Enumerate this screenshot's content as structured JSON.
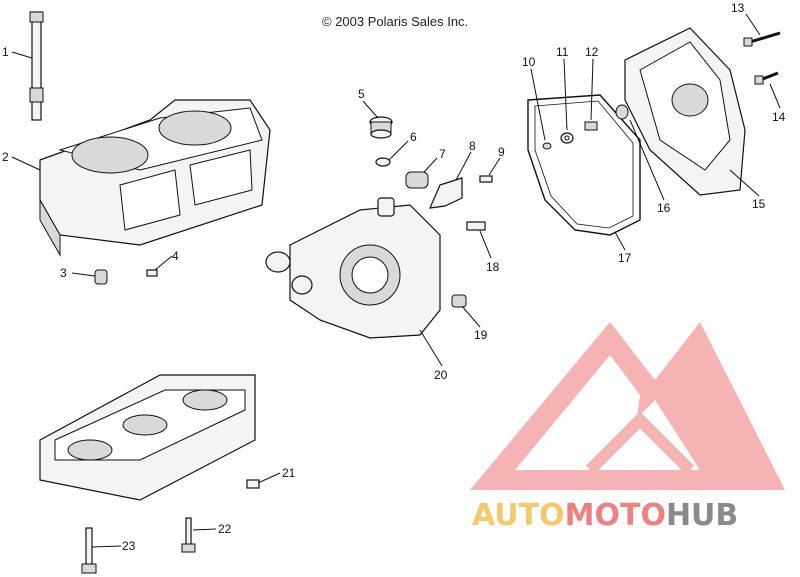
{
  "copyright": "© 2003 Polaris Sales Inc.",
  "callouts": [
    "1",
    "2",
    "3",
    "4",
    "5",
    "6",
    "7",
    "8",
    "9",
    "10",
    "11",
    "12",
    "13",
    "14",
    "15",
    "16",
    "17",
    "18",
    "19",
    "20",
    "21",
    "22",
    "23"
  ],
  "watermark": {
    "part1": "AUTO",
    "part2": "MOTO",
    "part3": "HUB",
    "colors": {
      "red": "#f08080",
      "yellow": "#f5c96b",
      "gray": "#8a8a8a"
    }
  }
}
